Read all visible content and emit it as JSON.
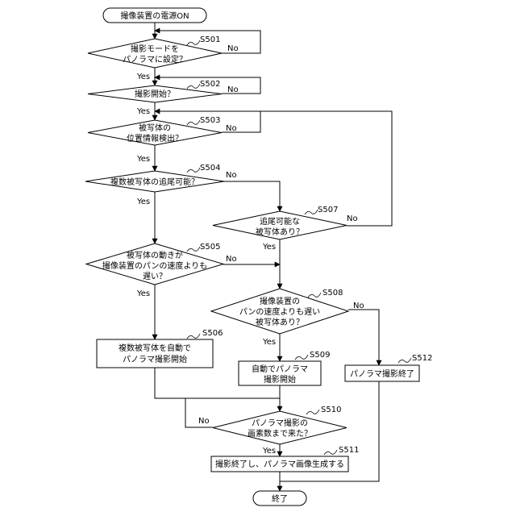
{
  "nodes": {
    "start": {
      "lines": [
        "撮像装置の電源ON"
      ]
    },
    "s501": {
      "step": "S501",
      "lines": [
        "撮影モードを",
        "パノラマに設定？"
      ]
    },
    "s502": {
      "step": "S502",
      "lines": [
        "撮影開始？"
      ]
    },
    "s503": {
      "step": "S503",
      "lines": [
        "被写体の",
        "位置情報検出？"
      ]
    },
    "s504": {
      "step": "S504",
      "lines": [
        "複数被写体の追尾可能？"
      ]
    },
    "s505": {
      "step": "S505",
      "lines": [
        "被写体の動きが",
        "撮像装置のパンの速度よりも",
        "遅い？"
      ]
    },
    "s506": {
      "step": "S506",
      "lines": [
        "複数被写体を自動で",
        "パノラマ撮影開始"
      ]
    },
    "s507": {
      "step": "S507",
      "lines": [
        "追尾可能な",
        "被写体あり？"
      ]
    },
    "s508": {
      "step": "S508",
      "lines": [
        "撮像装置の",
        "パンの速度よりも遅い",
        "被写体あり？"
      ]
    },
    "s509": {
      "step": "S509",
      "lines": [
        "自動でパノラマ",
        "撮影開始"
      ]
    },
    "s510": {
      "step": "S510",
      "lines": [
        "パノラマ撮影の",
        "画素数まで来た？"
      ]
    },
    "s511": {
      "step": "S511",
      "lines": [
        "撮影終了し、パノラマ画像生成する"
      ]
    },
    "s512": {
      "step": "S512",
      "lines": [
        "パノラマ撮影終了"
      ]
    },
    "end": {
      "lines": [
        "終了"
      ]
    }
  },
  "labels": {
    "yes": "Yes",
    "no": "No"
  },
  "colors": {
    "line": "#000000",
    "fill": "#ffffff"
  }
}
